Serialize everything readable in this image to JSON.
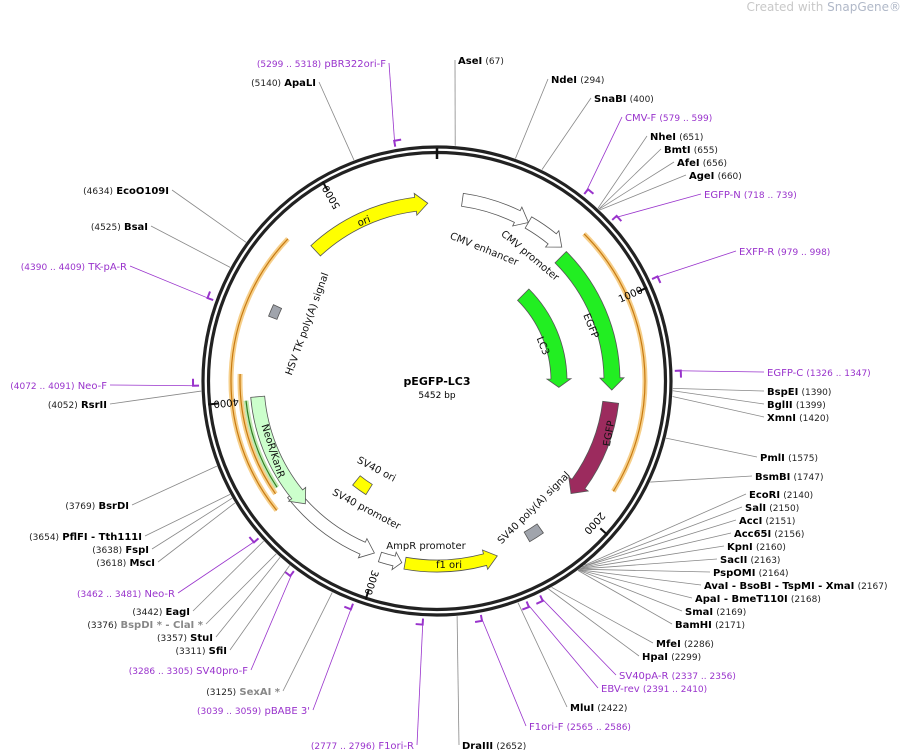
{
  "brand": {
    "text": "Created with ",
    "name": "SnapGene®"
  },
  "plasmid": {
    "name": "pEGFP-LC3",
    "size_label": "5452 bp",
    "length": 5452
  },
  "ticks": [
    "1000",
    "2000",
    "3000",
    "4000",
    "5000"
  ],
  "features": [
    {
      "name": "CMV enhancer",
      "start": 121,
      "end": 454,
      "color": "#ffffff",
      "dir": 1
    },
    {
      "name": "CMV promoter",
      "start": 454,
      "end": 651,
      "color": "#ffffff",
      "dir": 1
    },
    {
      "name": "EGFP",
      "start": 681,
      "end": 1408,
      "color": "#22ee22",
      "dir": 1
    },
    {
      "name": "LC3",
      "start": 1469,
      "end": 1969,
      "color": "#9c2b5e",
      "dir": 1
    },
    {
      "name": "EGFP",
      "start": 681,
      "end": 1408,
      "color": "#22ee22",
      "dir": 1
    },
    {
      "name": "SV40 poly(A) signal",
      "start": 2196,
      "end": 2272,
      "color": "#a0a4ac",
      "dir": 0
    },
    {
      "name": "f1 ori",
      "start": 2438,
      "end": 2877,
      "color": "#ffff00",
      "dir": -1
    },
    {
      "name": "AmpR promoter",
      "start": 2892,
      "end": 2998,
      "color": "#ffffff",
      "dir": -1
    },
    {
      "name": "SV40 promoter",
      "start": 3029,
      "end": 3514,
      "color": "#ffffff",
      "dir": -1
    },
    {
      "name": "SV40 ori",
      "start": 3211,
      "end": 3317,
      "color": "#ffff00",
      "dir": 0
    },
    {
      "name": "NeoR/KanR",
      "start": 3438,
      "end": 4013,
      "color": "#ccffcc",
      "dir": -1
    },
    {
      "name": "HSV TK poly(A) signal",
      "start": 4408,
      "end": 4468,
      "color": "#a0a4ac",
      "dir": 0
    },
    {
      "name": "ori",
      "start": 4801,
      "end": 5407,
      "color": "#ffff00",
      "dir": 1
    }
  ],
  "sites": [
    {
      "name": "AseI",
      "pos": "(67)",
      "bp": 67
    },
    {
      "name": "NdeI",
      "pos": "(294)",
      "bp": 294
    },
    {
      "name": "SnaBI",
      "pos": "(400)",
      "bp": 400
    },
    {
      "name": "CMV-F",
      "pos": "(579 .. 599)",
      "bp": 579,
      "primer": true
    },
    {
      "name": "NheI",
      "pos": "(651)",
      "bp": 651
    },
    {
      "name": "BmtI",
      "pos": "(655)",
      "bp": 655
    },
    {
      "name": "AfeI",
      "pos": "(656)",
      "bp": 656
    },
    {
      "name": "AgeI",
      "pos": "(660)",
      "bp": 660
    },
    {
      "name": "EGFP-N",
      "pos": "(718 .. 739)",
      "bp": 718,
      "primer": true
    },
    {
      "name": "EXFP-R",
      "pos": "(979 .. 998)",
      "bp": 979,
      "primer": true
    },
    {
      "name": "EGFP-C",
      "pos": "(1326 .. 1347)",
      "bp": 1326,
      "primer": true
    },
    {
      "name": "BspEI",
      "pos": "(1390)",
      "bp": 1390
    },
    {
      "name": "BglII",
      "pos": "(1399)",
      "bp": 1399
    },
    {
      "name": "XmnI",
      "pos": "(1420)",
      "bp": 1420
    },
    {
      "name": "PmlI",
      "pos": "(1575)",
      "bp": 1575
    },
    {
      "name": "BsmBI",
      "pos": "(1747)",
      "bp": 1747
    },
    {
      "name": "EcoRI",
      "pos": "(2140)",
      "bp": 2140
    },
    {
      "name": "SalI",
      "pos": "(2150)",
      "bp": 2150
    },
    {
      "name": "AccI",
      "pos": "(2151)",
      "bp": 2151
    },
    {
      "name": "Acc65I",
      "pos": "(2156)",
      "bp": 2156
    },
    {
      "name": "KpnI",
      "pos": "(2160)",
      "bp": 2160
    },
    {
      "name": "SacII",
      "pos": "(2163)",
      "bp": 2163
    },
    {
      "name": "PspOMI",
      "pos": "(2164)",
      "bp": 2164
    },
    {
      "name": "AvaI  - BsoBI  - TspMI  - XmaI",
      "pos": "(2167)",
      "bp": 2167
    },
    {
      "name": "ApaI  - BmeT110I",
      "pos": "(2168)",
      "bp": 2168
    },
    {
      "name": "SmaI",
      "pos": "(2169)",
      "bp": 2169
    },
    {
      "name": "BamHI",
      "pos": "(2171)",
      "bp": 2171
    },
    {
      "name": "MfeI",
      "pos": "(2286)",
      "bp": 2286
    },
    {
      "name": "HpaI",
      "pos": "(2299)",
      "bp": 2299
    },
    {
      "name": "SV40pA-R",
      "pos": "(2337 .. 2356)",
      "bp": 2337,
      "primer": true
    },
    {
      "name": "EBV-rev",
      "pos": "(2391 .. 2410)",
      "bp": 2391,
      "primer": true
    },
    {
      "name": "MluI",
      "pos": "(2422)",
      "bp": 2422
    },
    {
      "name": "F1ori-F",
      "pos": "(2565 .. 2586)",
      "bp": 2565,
      "primer": true
    },
    {
      "name": "DraIII",
      "pos": "(2652)",
      "bp": 2652
    },
    {
      "name": "F1ori-R",
      "pos": "(2777 .. 2796)",
      "bp": 2777,
      "primer": true
    },
    {
      "name": "pBABE 3'",
      "pos": "(3039 .. 3059)",
      "bp": 3039,
      "primer": true
    },
    {
      "name": "SexAI *",
      "pos": "(3125)",
      "bp": 3125,
      "grey": true
    },
    {
      "name": "SV40pro-F",
      "pos": "(3286 .. 3305)",
      "bp": 3286,
      "primer": true
    },
    {
      "name": "SfiI",
      "pos": "(3311)",
      "bp": 3311
    },
    {
      "name": "StuI",
      "pos": "(3357)",
      "bp": 3357
    },
    {
      "name": "BspDI * - ClaI *",
      "pos": "(3376)",
      "bp": 3376,
      "grey": true
    },
    {
      "name": "EagI",
      "pos": "(3442)",
      "bp": 3442
    },
    {
      "name": "Neo-R",
      "pos": "(3462 .. 3481)",
      "bp": 3462,
      "primer": true
    },
    {
      "name": "MscI",
      "pos": "(3618)",
      "bp": 3618
    },
    {
      "name": "FspI",
      "pos": "(3638)",
      "bp": 3638
    },
    {
      "name": "PflFI  - Tth111I",
      "pos": "(3654)",
      "bp": 3654
    },
    {
      "name": "BsrDI",
      "pos": "(3769)",
      "bp": 3769
    },
    {
      "name": "RsrII",
      "pos": "(4052)",
      "bp": 4052
    },
    {
      "name": "Neo-F",
      "pos": "(4072 .. 4091)",
      "bp": 4072,
      "primer": true
    },
    {
      "name": "TK-pA-R",
      "pos": "(4390 .. 4409)",
      "bp": 4390,
      "primer": true
    },
    {
      "name": "BsaI",
      "pos": "(4525)",
      "bp": 4525
    },
    {
      "name": "EcoO109I",
      "pos": "(4634)",
      "bp": 4634
    },
    {
      "name": "ApaLI",
      "pos": "(5140)",
      "bp": 5140
    },
    {
      "name": "pBR322ori-F",
      "pos": "(5299 .. 5318)",
      "bp": 5299,
      "primer": true
    }
  ]
}
